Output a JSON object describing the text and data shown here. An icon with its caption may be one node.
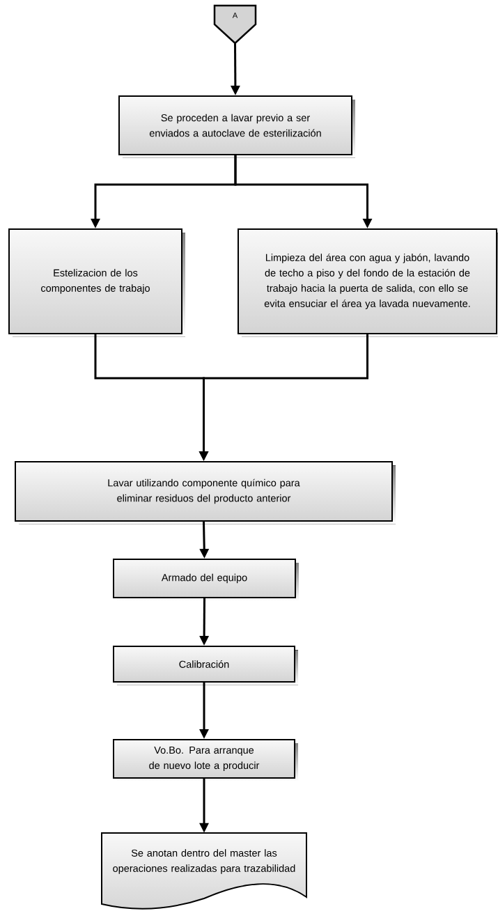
{
  "diagram": {
    "nodes": [
      {
        "text": [
          "A"
        ]
      },
      {
        "text": [
          "Se proceden a lavar previo a ser enviados a autoclave de esterilización"
        ]
      },
      {
        "text": [
          "Estelizacion de los componentes de trabajo"
        ]
      },
      {
        "text": [
          "Limpieza del área con agua y jabón, lavando de techo a piso y del fondo de la estación de trabajo hacia la puerta de salida, con ello se evita ensuciar el área ya lavada nuevamente."
        ]
      },
      {
        "text": [
          "Lavar  utilizando componente químico para eliminar residuos del producto anterior"
        ]
      },
      {
        "text": [
          "Armado del equipo"
        ]
      },
      {
        "text": [
          "Calibración"
        ]
      },
      {
        "text": [
          "Vo.Bo. Para arranque de nuevo lote a producir"
        ]
      },
      {
        "text": [
          "Se anotan dentro del master las operaciones realizadas para trazabilidad"
        ]
      }
    ],
    "edges": [
      {
        "from": 0,
        "to": 1,
        "arrow": "to"
      },
      {
        "from": 1,
        "to": 2,
        "arrow": "to"
      },
      {
        "from": 1,
        "to": 3,
        "arrow": "to"
      },
      {
        "from": 2,
        "to": 4,
        "arrow": "to"
      },
      {
        "from": 3,
        "to": 4,
        "arrow": "to"
      },
      {
        "from": 4,
        "to": 5,
        "arrow": "to"
      },
      {
        "from": 5,
        "to": 6,
        "arrow": "to"
      },
      {
        "from": 6,
        "to": 7,
        "arrow": "to"
      },
      {
        "from": 7,
        "to": 8,
        "arrow": "to"
      }
    ]
  }
}
